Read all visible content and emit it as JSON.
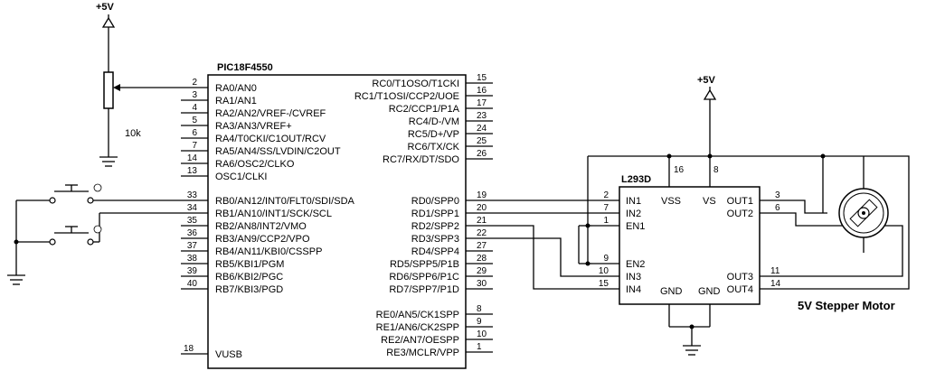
{
  "supply": {
    "label": "+5V"
  },
  "pot": {
    "label": "10k"
  },
  "mcu": {
    "name": "PIC18F4550",
    "left_pins": [
      {
        "num": "2",
        "label": "RA0/AN0"
      },
      {
        "num": "3",
        "label": "RA1/AN1"
      },
      {
        "num": "4",
        "label": "RA2/AN2/VREF-/CVREF"
      },
      {
        "num": "5",
        "label": "RA3/AN3/VREF+"
      },
      {
        "num": "6",
        "label": "RA4/T0CKI/C1OUT/RCV"
      },
      {
        "num": "7",
        "label": "RA5/AN4/SS/LVDIN/C2OUT"
      },
      {
        "num": "14",
        "label": "RA6/OSC2/CLKO"
      },
      {
        "num": "13",
        "label": "OSC1/CLKI"
      },
      {
        "num": "33",
        "label": "RB0/AN12/INT0/FLT0/SDI/SDA"
      },
      {
        "num": "34",
        "label": "RB1/AN10/INT1/SCK/SCL"
      },
      {
        "num": "35",
        "label": "RB2/AN8/INT2/VMO"
      },
      {
        "num": "36",
        "label": "RB3/AN9/CCP2/VPO"
      },
      {
        "num": "37",
        "label": "RB4/AN11/KBI0/CSSPP"
      },
      {
        "num": "38",
        "label": "RB5/KBI1/PGM"
      },
      {
        "num": "39",
        "label": "RB6/KBI2/PGC"
      },
      {
        "num": "40",
        "label": "RB7/KBI3/PGD"
      }
    ],
    "right_pins": [
      {
        "num": "15",
        "label": "RC0/T1OSO/T1CKI"
      },
      {
        "num": "16",
        "label": "RC1/T1OSI/CCP2/UOE"
      },
      {
        "num": "17",
        "label": "RC2/CCP1/P1A"
      },
      {
        "num": "23",
        "label": "RC4/D-/VM"
      },
      {
        "num": "24",
        "label": "RC5/D+/VP"
      },
      {
        "num": "25",
        "label": "RC6/TX/CK"
      },
      {
        "num": "26",
        "label": "RC7/RX/DT/SDO"
      },
      {
        "num": "19",
        "label": "RD0/SPP0"
      },
      {
        "num": "20",
        "label": "RD1/SPP1"
      },
      {
        "num": "21",
        "label": "RD2/SPP2"
      },
      {
        "num": "22",
        "label": "RD3/SPP3"
      },
      {
        "num": "27",
        "label": "RD4/SPP4"
      },
      {
        "num": "28",
        "label": "RD5/SPP5/P1B"
      },
      {
        "num": "29",
        "label": "RD6/SPP6/P1C"
      },
      {
        "num": "30",
        "label": "RD7/SPP7/P1D"
      }
    ],
    "re_pins": [
      {
        "num": "8",
        "label": "RE0/AN5/CK1SPP"
      },
      {
        "num": "9",
        "label": "RE1/AN6/CK2SPP"
      },
      {
        "num": "10",
        "label": "RE2/AN7/OESPP"
      },
      {
        "num": "1",
        "label": "RE3/MCLR/VPP"
      }
    ],
    "vusb": {
      "num": "18",
      "label": "VUSB"
    }
  },
  "driver": {
    "name": "L293D",
    "pins": {
      "vss": {
        "num": "16",
        "label": "VSS"
      },
      "vs": {
        "num": "8",
        "label": "VS"
      },
      "in1": {
        "num": "2",
        "label": "IN1"
      },
      "in2": {
        "num": "7",
        "label": "IN2"
      },
      "en1": {
        "num": "1",
        "label": "EN1"
      },
      "en2": {
        "num": "9",
        "label": "EN2"
      },
      "in3": {
        "num": "10",
        "label": "IN3"
      },
      "in4": {
        "num": "15",
        "label": "IN4"
      },
      "out1": {
        "num": "3",
        "label": "OUT1"
      },
      "out2": {
        "num": "6",
        "label": "OUT2"
      },
      "out3": {
        "num": "11",
        "label": "OUT3"
      },
      "out4": {
        "num": "14",
        "label": "OUT4"
      },
      "gnd1": {
        "label": "GND"
      },
      "gnd2": {
        "label": "GND"
      }
    }
  },
  "motor": {
    "label": "5V Stepper Motor"
  }
}
